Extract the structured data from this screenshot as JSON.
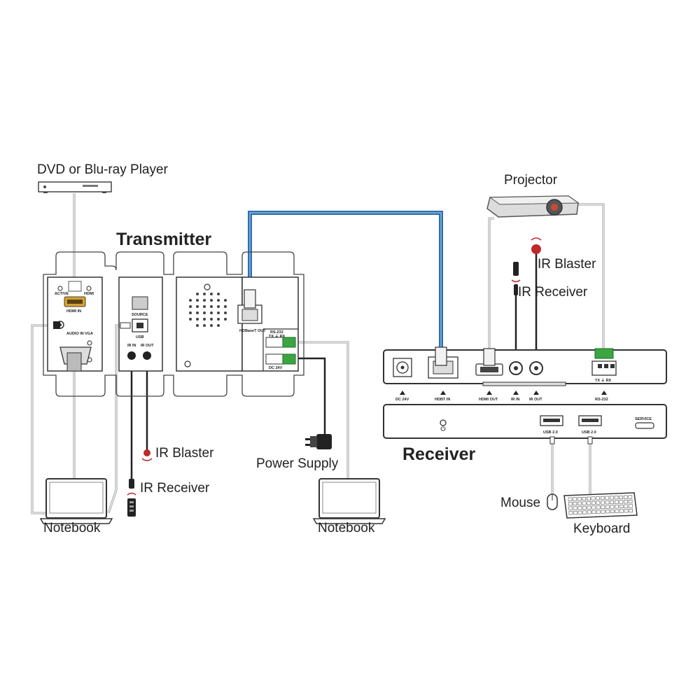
{
  "labels": {
    "dvd_player": "DVD or Blu-ray Player",
    "transmitter": "Transmitter",
    "projector": "Projector",
    "ir_blaster_rx": "IR Blaster",
    "ir_receiver_rx": "IR  Receiver",
    "ir_blaster_tx": "IR Blaster",
    "ir_receiver_tx": "IR Receiver",
    "power_supply": "Power Supply",
    "notebook_left": "Notebook",
    "notebook_right": "Notebook",
    "receiver": "Receiver",
    "mouse": "Mouse",
    "keyboard": "Keyboard"
  },
  "ports": {
    "active": "ACTIVE",
    "hdmi": "HDMI",
    "hdmi_in": "HDMI IN",
    "audio_in": "AUDIO IN",
    "vga": "VGA",
    "source": "SOURCE",
    "usb": "USB",
    "ir_in_tx": "IR IN",
    "ir_out_tx": "IR OUT",
    "hdbaset_out": "HDBaseT OUT",
    "rs232_tx": "RS-232",
    "tx_rx_tx": "TX ⏚ RX",
    "dc24v_tx": "DC 24V",
    "dc24v_rx": "DC 24V",
    "hdbt_in": "HDBT IN",
    "hdmi_out": "HDMI OUT",
    "ir_in_rx": "IR IN",
    "ir_out_rx": "IR OUT",
    "rs232_rx": "RS-232",
    "tx_rx_rx": "TX ⏚ RX",
    "usb20_a": "USB 2.0",
    "usb20_b": "USB 2.0",
    "service": "SERVICE"
  },
  "colors": {
    "hdbaset_cable": "#2e6fae",
    "hdmi_port": "#d7a12e",
    "ir_blaster": "#c0282b",
    "terminal_block": "#3aa640",
    "device_body": "#e4e4e4"
  }
}
